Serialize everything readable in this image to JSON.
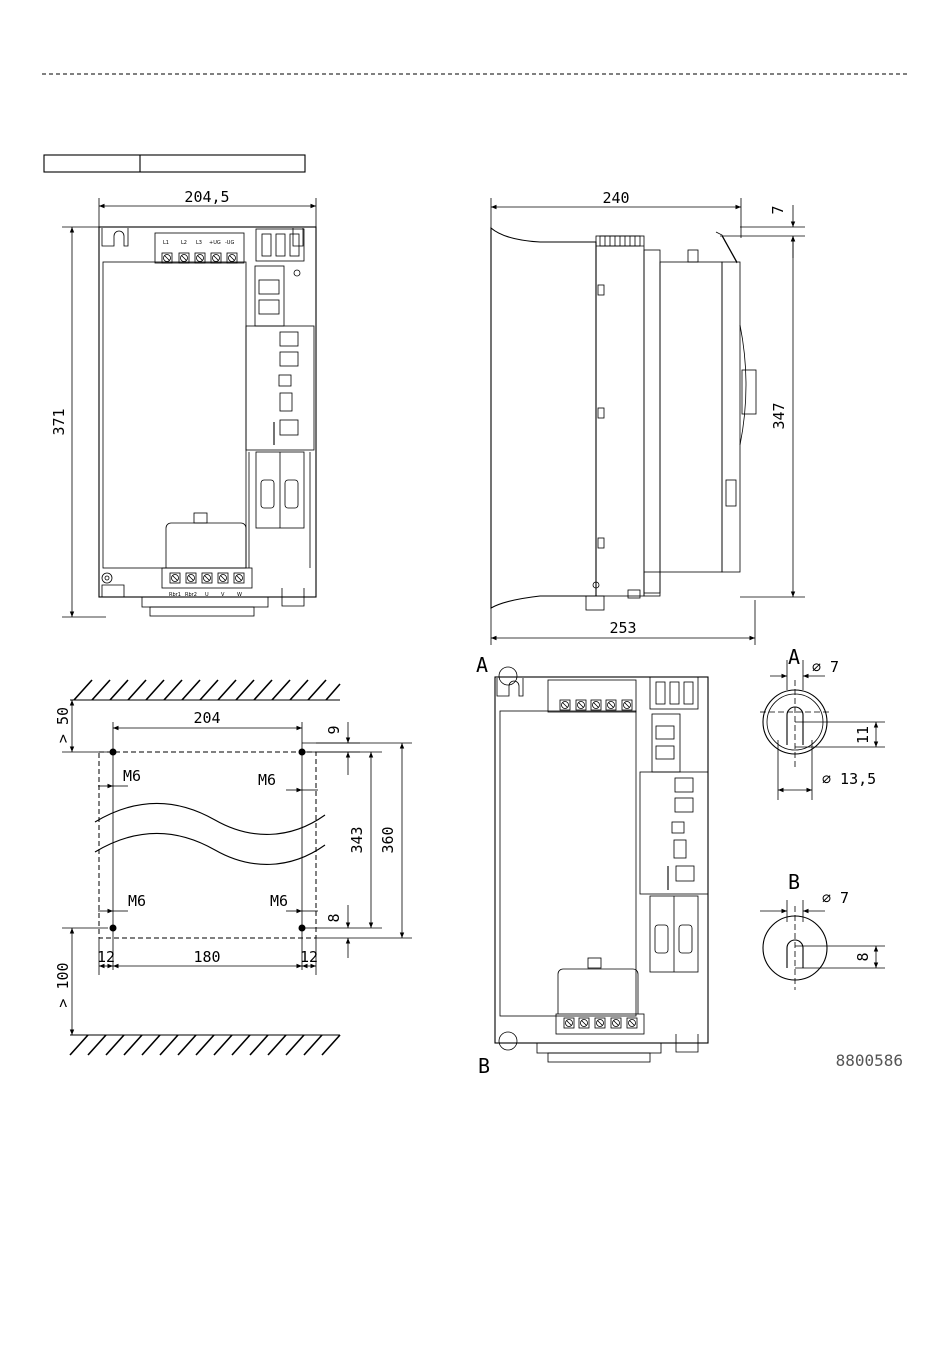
{
  "title_block": {
    "cell_1": "",
    "cell_2": ""
  },
  "front_view": {
    "width": "204,5",
    "height": "371",
    "top_terminals": [
      "L1",
      "L2",
      "L3",
      "+UG",
      "-UG"
    ],
    "bottom_terminals": [
      "Rbr1",
      "Rbr2",
      "U",
      "V",
      "W"
    ]
  },
  "side_view": {
    "depth_top": "240",
    "offset": "7",
    "height": "347",
    "depth_bottom": "253"
  },
  "mounting": {
    "clearance_top": "> 50",
    "hole_spacing": "204",
    "top_offset": "9",
    "screw_tl": "M6",
    "screw_tr": "M6",
    "screw_bl": "M6",
    "screw_br": "M6",
    "height_inner": "343",
    "height_outer": "360",
    "bottom_offset": "8",
    "edge_left": "12",
    "hole_spacing_bottom": "180",
    "edge_right": "12",
    "clearance_bottom": "> 100"
  },
  "view_markers": {
    "a_label": "A",
    "b_label": "B"
  },
  "detail_a": {
    "label": "A",
    "slot_diameter": "⌀ 7",
    "slot_length": "11",
    "head_diameter": "⌀ 13,5"
  },
  "detail_b": {
    "label": "B",
    "slot_diameter": "⌀ 7",
    "slot_length": "8"
  },
  "drawing_number": "8800586"
}
